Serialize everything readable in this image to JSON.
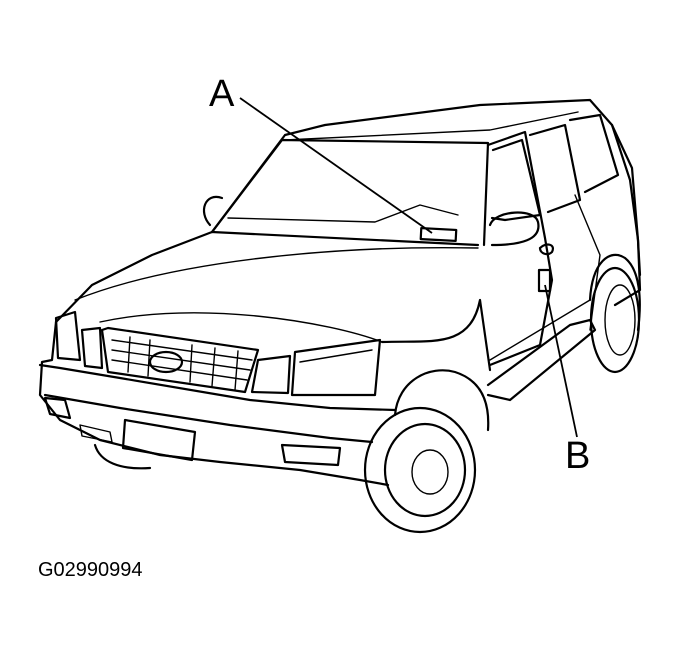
{
  "callouts": {
    "a": "A",
    "b": "B"
  },
  "figure_id": "G02990994"
}
